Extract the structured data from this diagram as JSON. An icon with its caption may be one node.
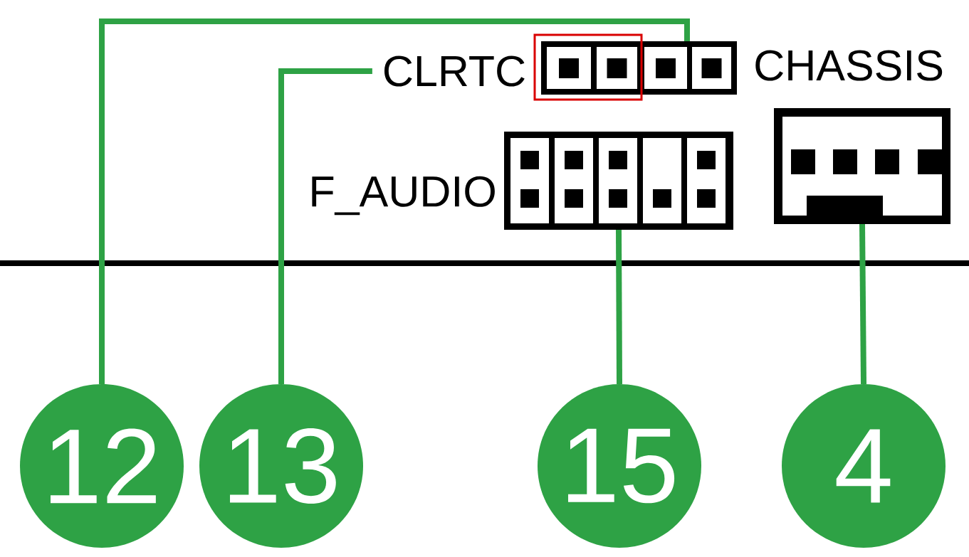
{
  "diagram": {
    "nodes": [
      {
        "text": [
          "CLRTC"
        ]
      },
      {
        "text": [],
        "shape": "box"
      },
      {
        "text": [
          "F_AUDIO"
        ]
      },
      {
        "text": [],
        "shape": "box"
      },
      {
        "text": [
          "12"
        ]
      },
      {
        "text": [
          "13"
        ]
      },
      {
        "text": [
          "15"
        ]
      },
      {
        "text": [
          "4"
        ]
      }
    ],
    "edges": [
      {
        "from": 4,
        "to": 1,
        "arrow": "none"
      },
      {
        "from": 5,
        "to": 0,
        "arrow": "none"
      },
      {
        "from": 6,
        "to": 2,
        "arrow": "none"
      },
      {
        "from": 7,
        "to": 3,
        "arrow": "none"
      }
    ],
    "labels": [
      "CHASSIS"
    ]
  }
}
